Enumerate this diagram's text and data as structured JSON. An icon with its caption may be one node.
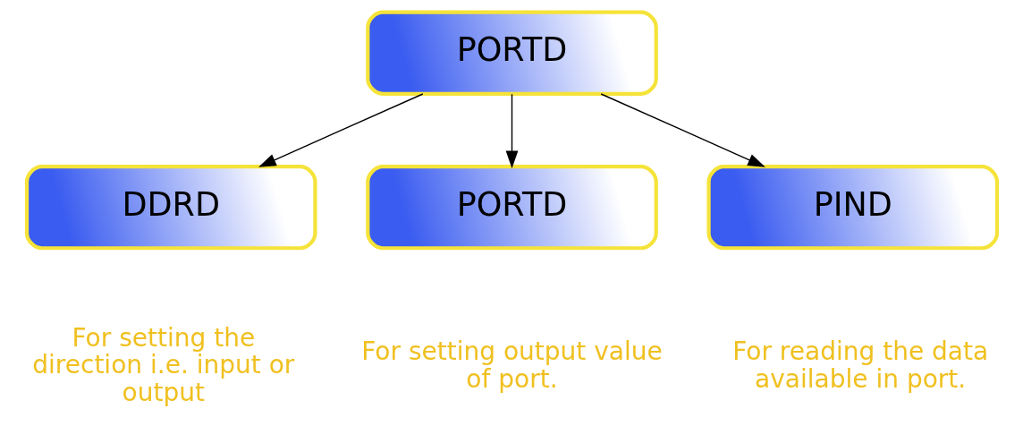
{
  "diagram": {
    "nodes": [
      {
        "text": [
          "PORTD"
        ]
      },
      {
        "text": [
          "DDRD"
        ],
        "beside": [
          "For setting the direction i.e. input or output"
        ]
      },
      {
        "text": [
          "PORTD"
        ],
        "beside": [
          "For setting output value of port."
        ]
      },
      {
        "text": [
          "PIND"
        ],
        "beside": [
          "For reading the data available in port."
        ]
      }
    ],
    "edges": [
      {
        "from": 0,
        "to": 1,
        "arrow": "to"
      },
      {
        "from": 0,
        "to": 2,
        "arrow": "to"
      },
      {
        "from": 0,
        "to": 3,
        "arrow": "to"
      }
    ]
  }
}
